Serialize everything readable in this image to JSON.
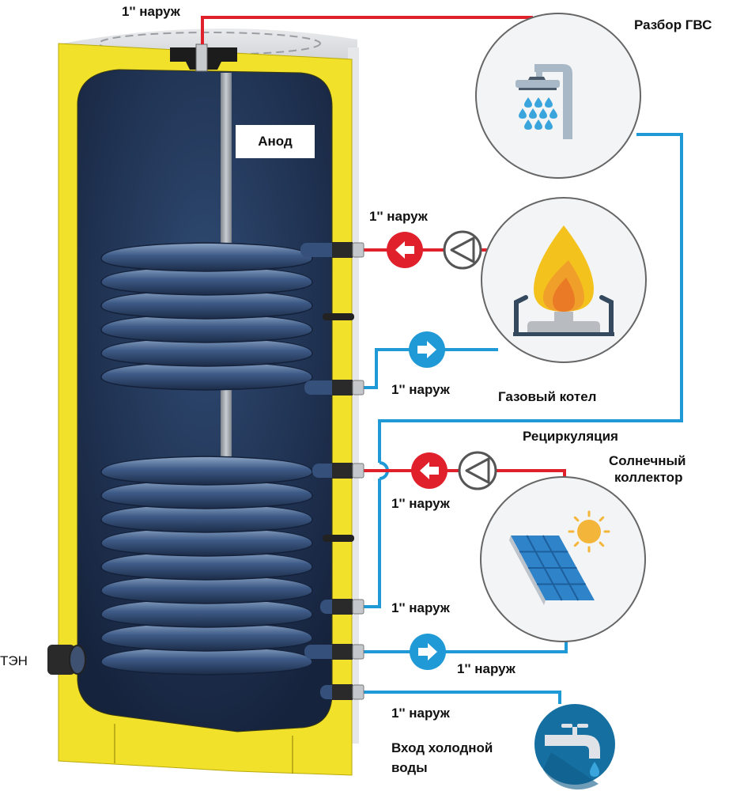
{
  "diagram": {
    "title": "Схема подключения бойлера косвенного нагрева с двумя теплообменниками",
    "colors": {
      "hot_line": "#e0202a",
      "cold_line": "#1f9ad6",
      "insulation": "#f1e12a",
      "tank_inner": "#1f3050",
      "coil": "#3b5378",
      "anode": "#9aa0a6",
      "pump_stroke": "#555555",
      "icon_circle_bg": "#f3f4f5",
      "icon_circle_border": "#666666",
      "tap_circle": "#156fa1"
    },
    "labels": {
      "top_outlet": "1'' наруж",
      "hot_water_draw": "Разбор ГВС",
      "anode": "Анод",
      "boiler_supply_port": "1'' наруж",
      "boiler_return_port": "1'' наруж",
      "gas_boiler": "Газовый котел",
      "recirculation": "Рециркуляция",
      "solar_collector_line1": "Солнечный",
      "solar_collector_line2": "коллектор",
      "solar_supply_port": "1'' наруж",
      "recirc_port": "1'' наруж",
      "solar_return_port": "1'' наруж",
      "cold_inlet_port": "1'' наруж",
      "cold_inlet_line1": "Вход холодной",
      "cold_inlet_line2": "воды",
      "heating_element": "ТЭН"
    },
    "icons": {
      "shower": "shower-icon",
      "gas_burner": "gas-burner-icon",
      "solar_panel": "solar-panel-icon",
      "water_tap": "water-tap-icon",
      "pump": "circulation-pump-icon",
      "flow_in": "arrow-left-icon",
      "flow_out": "arrow-right-icon"
    }
  }
}
